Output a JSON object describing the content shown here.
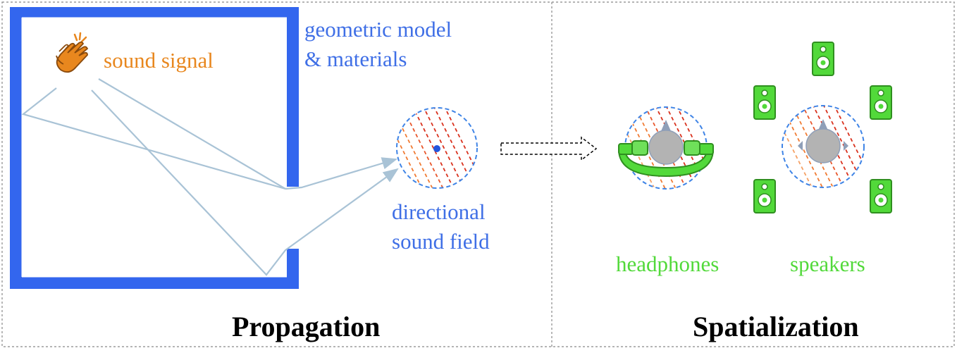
{
  "panels": {
    "propagation": {
      "title": "Propagation"
    },
    "spatialization": {
      "title": "Spatialization"
    }
  },
  "labels": {
    "sound_signal": "sound signal",
    "geometric_line1": "geometric model",
    "geometric_line2": "& materials",
    "directional_line1": "directional",
    "directional_line2": "sound field",
    "headphones": "headphones",
    "speakers": "speakers"
  },
  "colors": {
    "wall": "#3366ee",
    "ray": "#a9c3d6",
    "source": "#e8871e",
    "label_blue": "#3f6fe6",
    "device_green": "#52d93a",
    "wave_red": "#d9301c",
    "wave_orange": "#f07a32",
    "head_gray": "#b3b3b3",
    "panel_border": "#888888"
  },
  "icons": {
    "source": "clapping-hands-icon",
    "speaker": "speaker-icon",
    "headphones": "headphones-icon",
    "head": "listener-head-icon"
  }
}
